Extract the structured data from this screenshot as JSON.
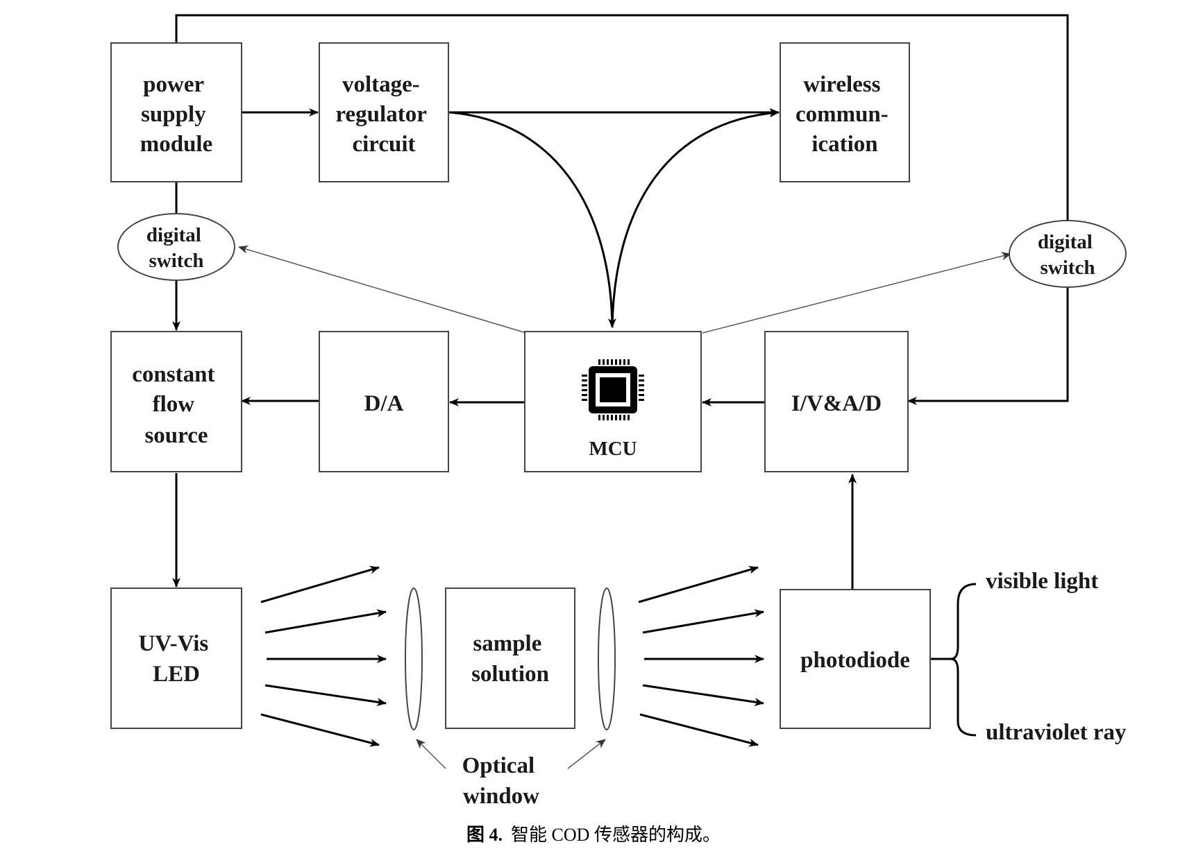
{
  "blocks": {
    "power_supply": [
      "power",
      "supply",
      "module"
    ],
    "voltage_regulator": [
      "voltage-",
      "regulator",
      "circuit"
    ],
    "wireless": [
      "wireless",
      "commun-",
      "ication"
    ],
    "digital_switch_left": [
      "digital",
      "switch"
    ],
    "digital_switch_right": [
      "digital",
      "switch"
    ],
    "constant_flow": [
      "constant",
      "flow",
      "source"
    ],
    "da": "D/A",
    "mcu": "MCU",
    "ivad": "I/V&A/D",
    "led": [
      "UV-Vis",
      "LED"
    ],
    "sample": [
      "sample",
      "solution"
    ],
    "photodiode": "photodiode",
    "optical_window": [
      "Optical",
      "window"
    ],
    "visible_light": "visible light",
    "ultraviolet": "ultraviolet ray"
  },
  "caption": {
    "label": "图 4.",
    "text": "智能 COD 传感器的构成。"
  }
}
